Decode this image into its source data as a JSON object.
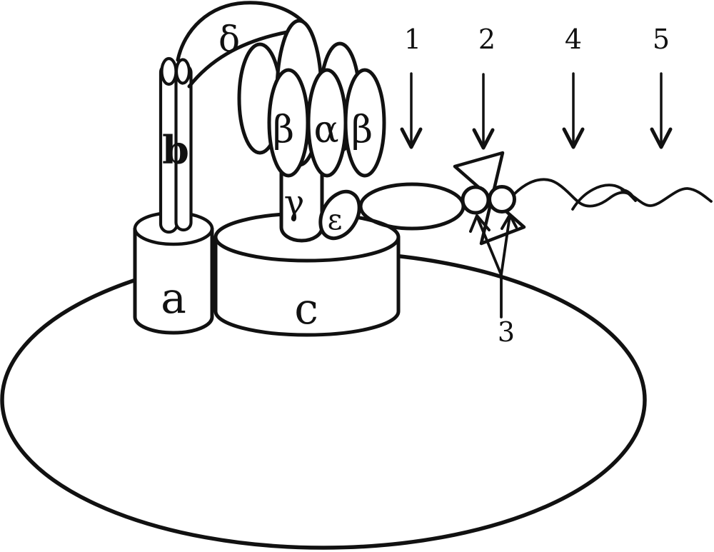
{
  "figure": {
    "background_color": "#ffffff",
    "line_color": "#111111",
    "labels": {
      "delta": "δ",
      "beta_left": "β",
      "alpha": "α",
      "beta_right": "β",
      "gamma": "γ",
      "epsilon": "ε",
      "subunit_b": "b",
      "subunit_a": "a",
      "subunit_c": "c",
      "n1": "1",
      "n2": "2",
      "n3": "3",
      "n4": "4",
      "n5": "5"
    }
  }
}
